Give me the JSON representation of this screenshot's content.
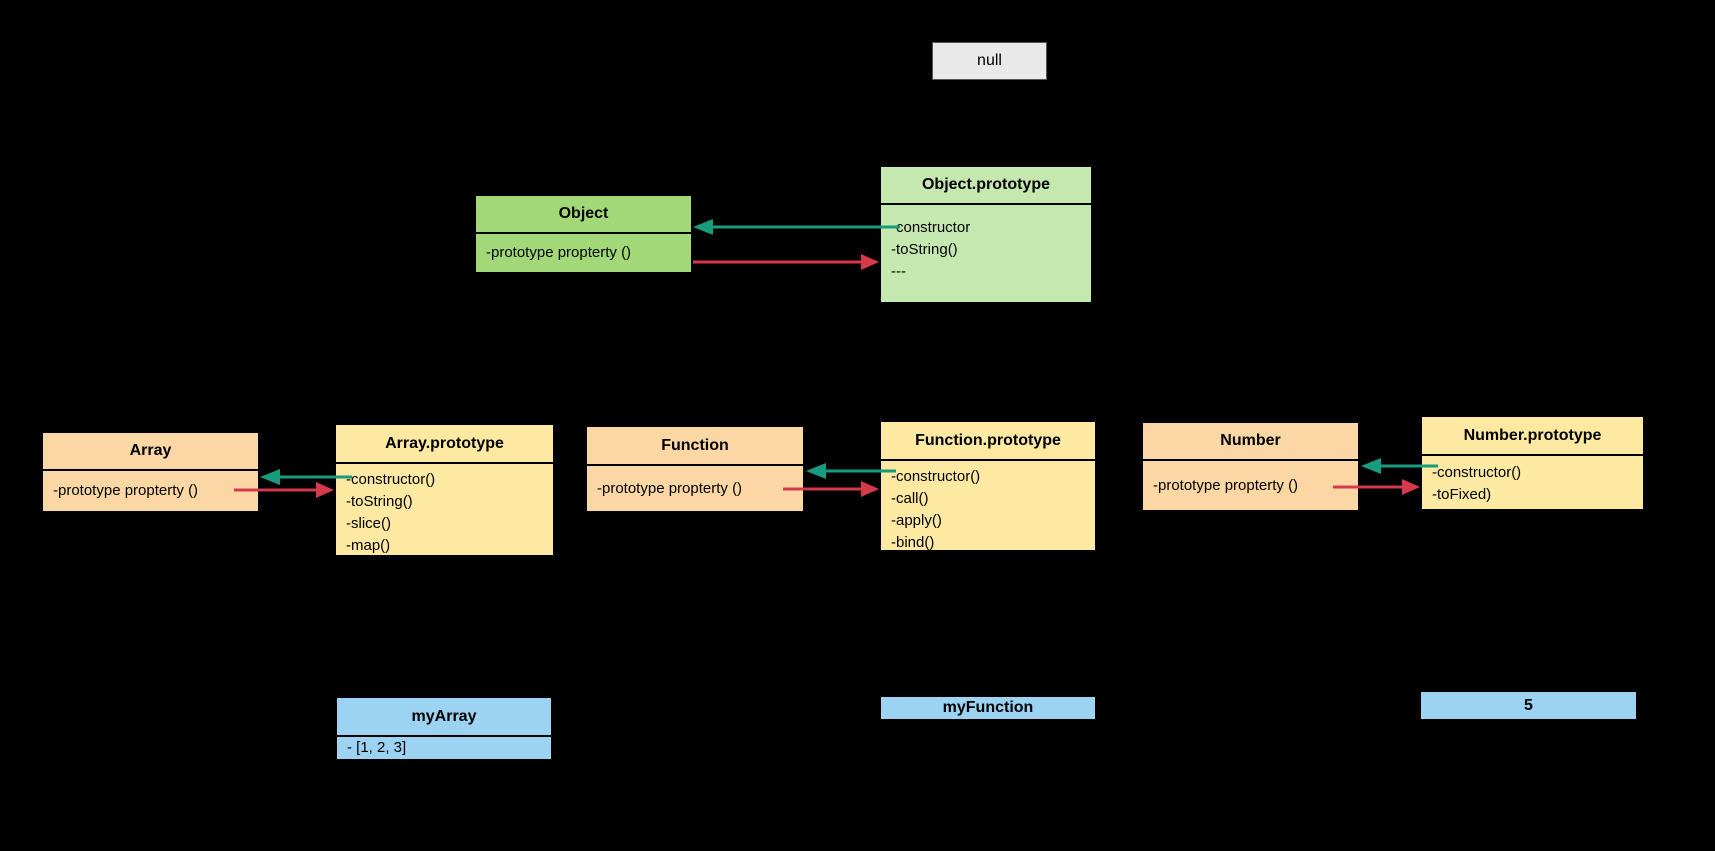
{
  "colors": {
    "background": "#000000",
    "null_fill": "#E9E9E9",
    "object_fill": "#A2D877",
    "object_prototype_fill": "#C5E8AE",
    "constructor_fill": "#FBD7A3",
    "prototype_fill": "#FDE9A2",
    "instance_fill": "#9CD2F2",
    "arrow_red": "#D5394C",
    "arrow_teal": "#189C7E"
  },
  "boxes": {
    "null_box": {
      "title": "null"
    },
    "object": {
      "title": "Object",
      "members": [
        "-prototype propterty ()"
      ]
    },
    "object_prototype": {
      "title": "Object.prototype",
      "members": [
        "-constructor",
        "-toString()",
        "---"
      ]
    },
    "array": {
      "title": "Array",
      "members": [
        "-prototype propterty ()"
      ]
    },
    "array_prototype": {
      "title": "Array.prototype",
      "members": [
        "-constructor()",
        "-toString()",
        "-slice()",
        "-map()"
      ]
    },
    "function": {
      "title": "Function",
      "members": [
        "-prototype propterty ()"
      ]
    },
    "function_prototype": {
      "title": "Function.prototype",
      "members": [
        "-constructor()",
        "-call()",
        "-apply()",
        "-bind()"
      ]
    },
    "number": {
      "title": "Number",
      "members": [
        "-prototype propterty ()"
      ]
    },
    "number_prototype": {
      "title": "Number.prototype",
      "members": [
        "-constructor()",
        "-toFixed)"
      ]
    },
    "my_array": {
      "title": "myArray",
      "members": [
        "- [1, 2, 3]"
      ]
    },
    "my_function": {
      "title": "myFunction"
    },
    "five": {
      "title": "5"
    }
  }
}
